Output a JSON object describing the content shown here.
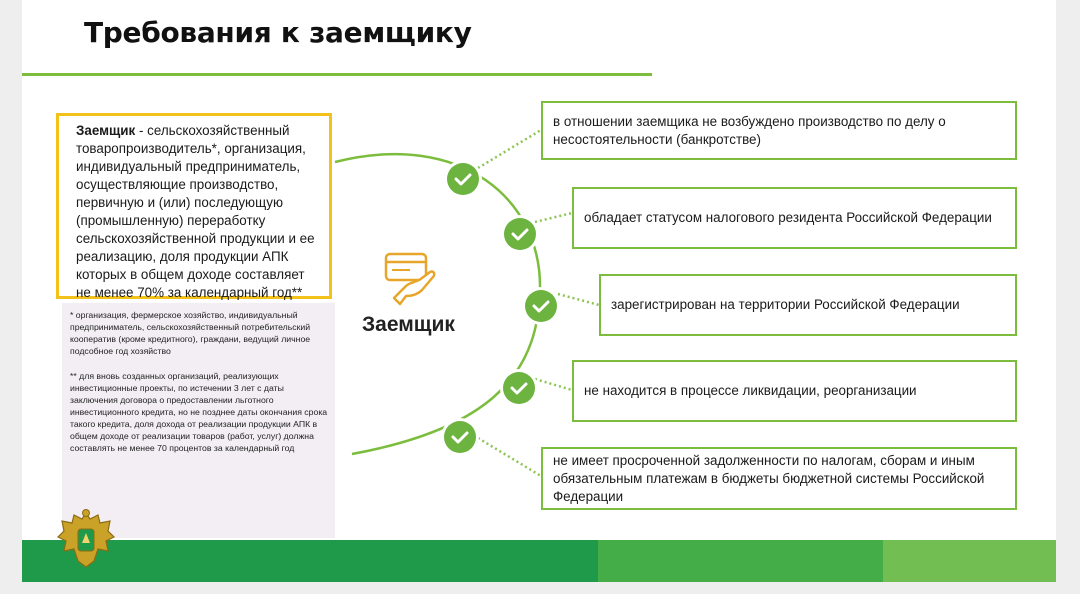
{
  "title": "Требования к заемщику",
  "definition": {
    "term": "Заемщик",
    "text": " - сельскохозяйственный товаропроизводитель*, организация, индивидуальный предприниматель, осуществляющие производство, первичную и (или) последующую (промышленную) переработку сельскохозяйственной продукции и ее реализацию, доля продукции АПК которых в общем доходе составляет не менее 70% за календарный год**"
  },
  "footnotes": {
    "note1": "* организация, фермерское хозяйство, индивидуальный предприниматель, сельскохозяйственный потребительский кооператив (кроме кредитного), граждани, ведущий личное подсобное год хозяйство",
    "note2": "** для вновь созданных организаций, реализующих инвестиционные проекты, по истечении 3 лет с даты заключения договора о предоставлении льготного инвестиционного кредита, но не позднее даты окончания срока такого кредита, доля дохода от реализации продукции АПК в общем доходе от реализации товаров (работ, услуг) должна составлять не менее 70 процентов за календарный год"
  },
  "center": {
    "label": "Заемщик",
    "icon": "hand-card-icon"
  },
  "requirements": [
    "в отношении заемщика не возбуждено производство по делу о несостоятельности (банкротстве)",
    "обладает статусом налогового резидента Российской Федерации",
    "зарегистрирован на территории Российской Федерации",
    "не находится в процессе ликвидации, реорганизации",
    "не имеет просроченной задолженности по налогам, сборам и иным обязательным платежам в бюджеты бюджетной системы Российской Федерации"
  ],
  "colors": {
    "accent_green": "#7cbd3d",
    "check_green": "#6db33f",
    "highlight_yellow": "#f2c21b",
    "footer_dark": "#1f9a4a",
    "footer_mid": "#45ad48",
    "footer_light": "#72be52"
  },
  "emblem": "coat-of-arms-icon"
}
